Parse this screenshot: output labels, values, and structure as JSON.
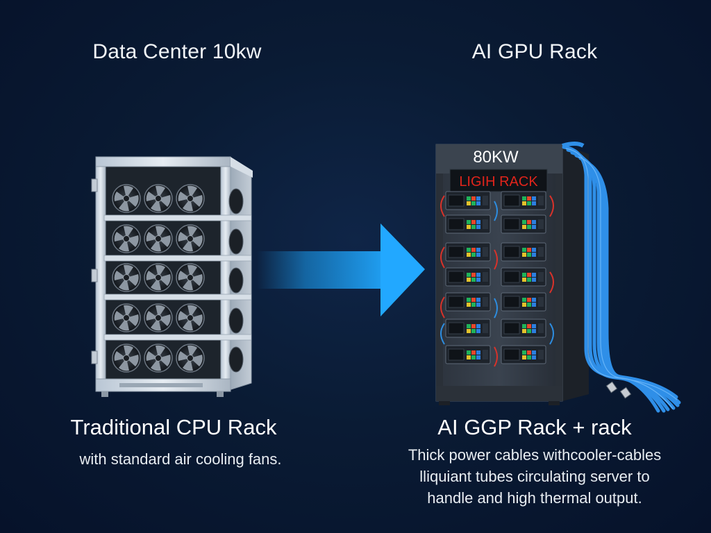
{
  "left": {
    "title": "Data Center 10kw",
    "subtitle": "Traditional CPU Rack",
    "description_lines": [
      "with standard air cooling fans."
    ]
  },
  "right": {
    "title": "AI GPU Rack",
    "power_label": "80KW",
    "rack_label": "LIGIH RACK",
    "subtitle": "AI GGP Rack + rack",
    "description_lines": [
      "Thick power cables withcooler-cables",
      "lliquiant tubes circulating server to",
      "handle and high thermal output."
    ]
  },
  "colors": {
    "background": "#0a1b34",
    "arrow": "#1a9cf0",
    "cooling_tubes": "#2f8fe8",
    "rack_label": "#e0241b",
    "cpu_rack_frame": "#c9d3de"
  },
  "icons": {
    "transition": "right-arrow-icon",
    "fans": "fan-icon"
  }
}
